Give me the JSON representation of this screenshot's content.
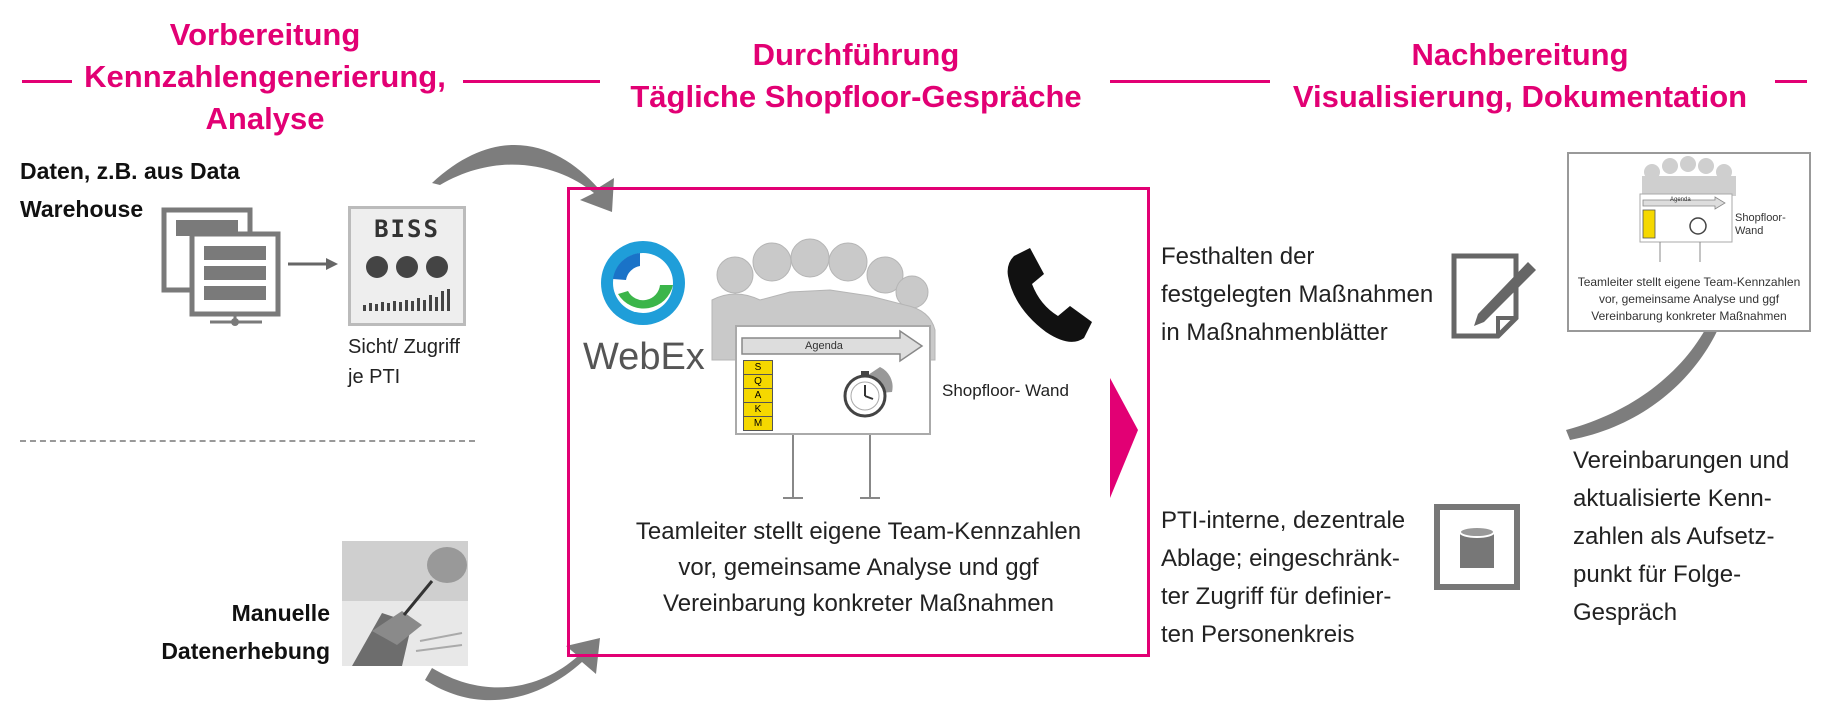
{
  "phases": {
    "prep": {
      "line1": "Vorbereitung",
      "line2": "Kennzahlengenerierung,",
      "line3": "Analyse"
    },
    "exec": {
      "line1": "Durchführung",
      "line2": "Tägliche Shopfloor-Gespräche"
    },
    "post": {
      "line1": "Nachbereitung",
      "line2": "Visualisierung, Dokumentation"
    }
  },
  "left": {
    "data_source": [
      "Daten, z.B. aus Data",
      "Warehouse"
    ],
    "biss_logo": "BISS",
    "biss_caption": [
      "Sicht/ Zugriff",
      "je PTI"
    ],
    "manual": [
      "Manuelle",
      "Datenerhebung"
    ]
  },
  "center": {
    "webex_label": "WebEx",
    "agenda_label": "Agenda",
    "agenda_items": [
      "S",
      "Q",
      "A",
      "K",
      "M"
    ],
    "wall_label": "Shopfloor- Wand",
    "description": [
      "Teamleiter stellt eigene Team-Kennzahlen",
      "vor, gemeinsame Analyse und ggf",
      "Vereinbarung konkreter Maßnahmen"
    ]
  },
  "right": {
    "record_text": [
      "Festhalten der",
      "festgelegten Maßnahmen",
      "in Maßnahmenblätter"
    ],
    "storage_text": [
      "PTI-interne, dezentrale",
      "Ablage; eingeschränk-",
      "ter Zugriff für definier-",
      "ten Personenkreis"
    ],
    "thumb_agenda_label": "Agenda",
    "thumb_wall_label": [
      "Shopfloor-",
      "Wand"
    ],
    "thumb_caption": [
      "Teamleiter stellt eigene Team-Kennzahlen",
      "vor, gemeinsame Analyse und ggf",
      "Vereinbarung konkreter Maßnahmen"
    ],
    "result_text": [
      "Vereinbarungen und",
      "aktualisierte Kenn-",
      "zahlen als Aufsetz-",
      "punkt für Folge-",
      "Gespräch"
    ]
  },
  "colors": {
    "accent": "#e20074",
    "arrow_gray": "#808080",
    "icon_gray": "#7a7a7a"
  }
}
